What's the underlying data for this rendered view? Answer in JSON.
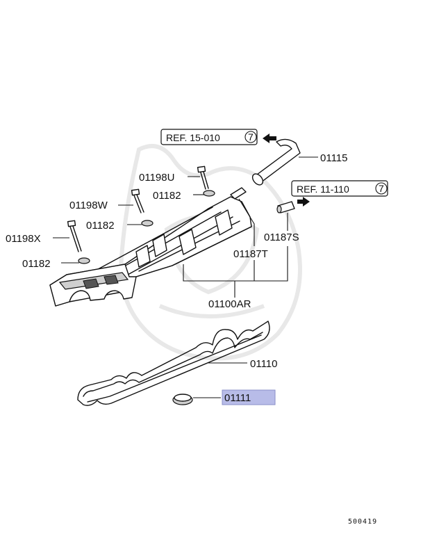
{
  "labels": {
    "p01115": "01115",
    "p01198U": "01198U",
    "p01182_a": "01182",
    "p01198W": "01198W",
    "p01182_b": "01182",
    "p01198X": "01198X",
    "p01182_c": "01182",
    "p01187S": "01187S",
    "p01187T": "01187T",
    "p01100AR": "01100AR",
    "p01110": "01110",
    "p01111": "01111"
  },
  "refs": {
    "ref_15": {
      "text": "REF. 15-010",
      "circled": "7"
    },
    "ref_11": {
      "text": "REF. 11-110",
      "circled": "7"
    }
  },
  "footer_code": "500419",
  "highlight_color": "#b8bce8",
  "icons": [
    "arrow-icon",
    "watermark-logo"
  ]
}
